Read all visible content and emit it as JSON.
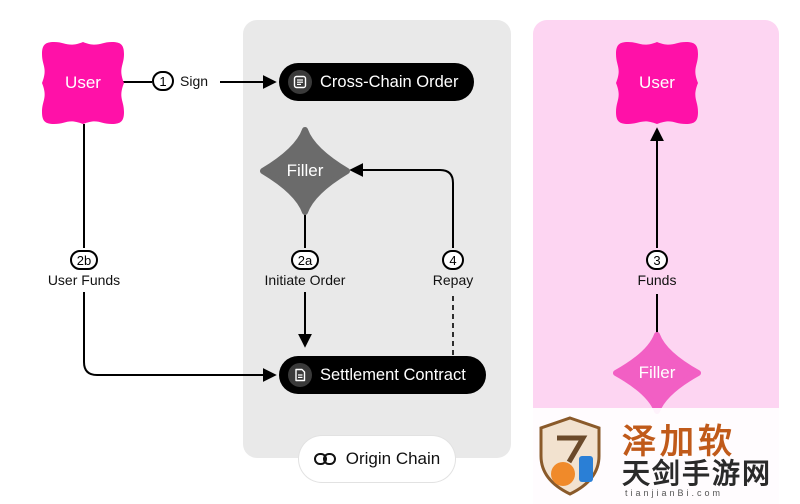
{
  "panels": {
    "origin_chain_label": "Origin Chain"
  },
  "nodes": {
    "user_left": "User",
    "user_right": "User",
    "filler_origin": "Filler",
    "filler_dest": "Filler",
    "cross_chain_order": "Cross-Chain Order",
    "settlement_contract": "Settlement Contract"
  },
  "steps": {
    "sign": {
      "num": "1",
      "label": "Sign"
    },
    "user_funds": {
      "num": "2b",
      "label": "User Funds"
    },
    "initiate_order": {
      "num": "2a",
      "label": "Initiate Order"
    },
    "repay": {
      "num": "4",
      "label": "Repay"
    },
    "funds": {
      "num": "3",
      "label": "Funds"
    }
  },
  "watermark": {
    "line1": "泽加软",
    "line2": "天剑手游网",
    "sub": "tianjianBi.com"
  },
  "colors": {
    "user_pink": "#ff11a8",
    "filler_origin_gray": "#6b6b6b",
    "filler_dest_pink": "#f25fc4",
    "origin_panel": "#e9e9e9",
    "dest_panel": "#fdd5f2"
  },
  "icons": {
    "order": "document-list-icon",
    "settlement": "contract-document-icon",
    "chain": "chain-link-icon"
  }
}
